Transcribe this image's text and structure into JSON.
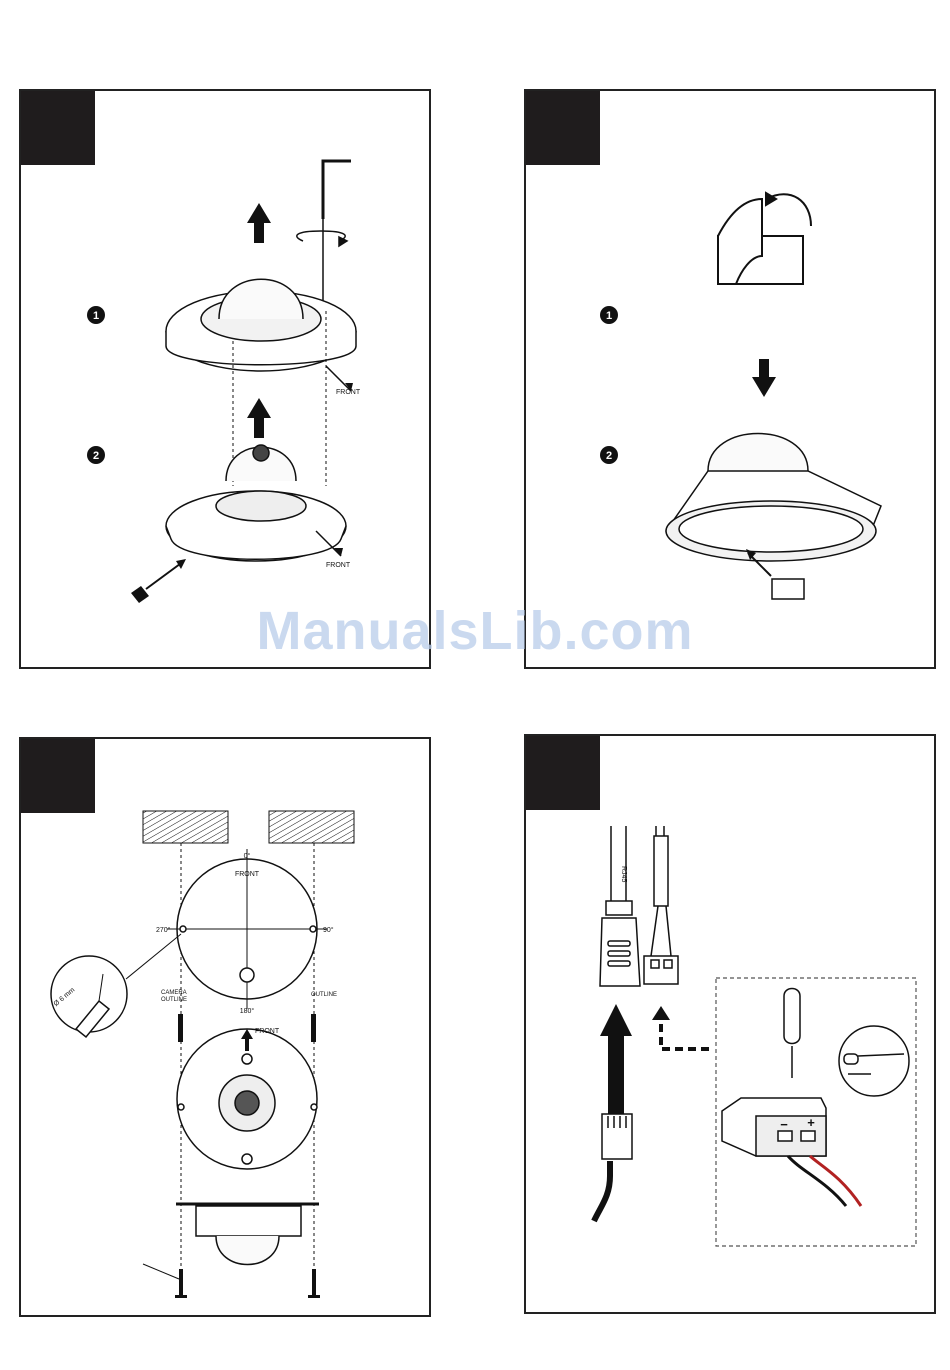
{
  "watermark": "ManualsLib.com",
  "steps": {
    "one": "1",
    "two": "2"
  },
  "panel1": {
    "front_top": "FRONT",
    "front_bottom": "FRONT"
  },
  "panel3": {
    "deg_0": "0°",
    "deg_90": "90°",
    "deg_180": "180°",
    "deg_270": "270°",
    "front_label": "FRONT",
    "front_label_lower": "FRONT",
    "camera_outline_l1": "CAMERA",
    "camera_outline_l2": "OUTLINE",
    "outline": "OUTLINE",
    "drill_size": "Ø 6 mm"
  },
  "panel4": {
    "rj45": "RJ45",
    "plus": "+",
    "minus": "−"
  }
}
